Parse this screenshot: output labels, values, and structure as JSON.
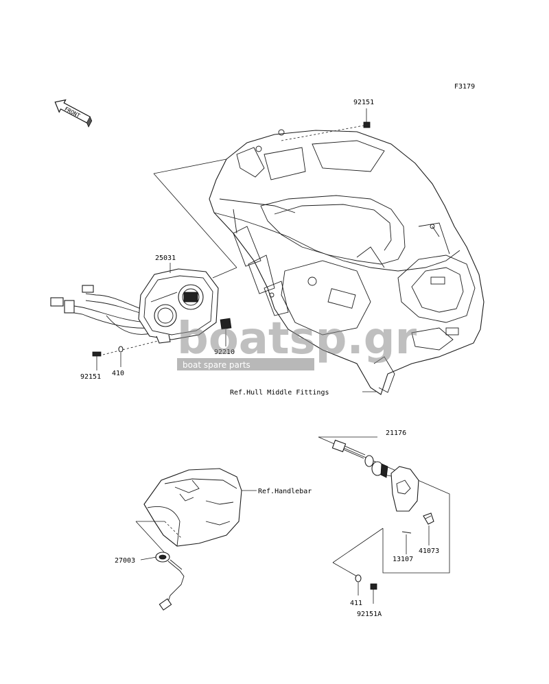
{
  "figure_code": "F3179",
  "front_arrow_label": "FRONT",
  "watermark": {
    "brand": "boatsp.gr",
    "tagline": "boat spare parts",
    "accent_color": "#8a8a8a"
  },
  "callouts": {
    "bolt_top": "92151",
    "meter_assy": "25031",
    "bolt_meter": "92151",
    "washer_meter": "410",
    "cap_meter": "92210",
    "ref_hull": "Ref.Hull Middle Fittings",
    "switch_assy": "21176",
    "ref_handlebar": "Ref.Handlebar",
    "switch_cap": "27003",
    "pin": "13107",
    "clip": "41073",
    "washer_switch": "411",
    "bolt_switch": "92151A"
  }
}
